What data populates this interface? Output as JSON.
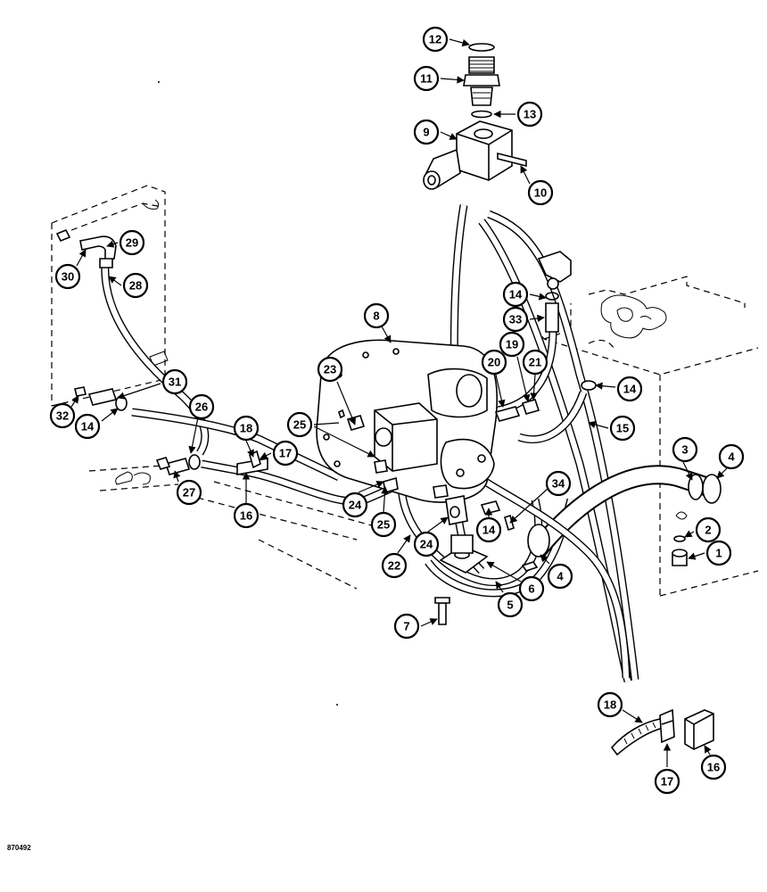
{
  "figure_code": "870492",
  "callouts": [
    {
      "id": "c1",
      "label": "1"
    },
    {
      "id": "c2",
      "label": "2"
    },
    {
      "id": "c3",
      "label": "3"
    },
    {
      "id": "c4a",
      "label": "4"
    },
    {
      "id": "c4b",
      "label": "4"
    },
    {
      "id": "c5",
      "label": "5"
    },
    {
      "id": "c6",
      "label": "6"
    },
    {
      "id": "c7",
      "label": "7"
    },
    {
      "id": "c8",
      "label": "8"
    },
    {
      "id": "c9",
      "label": "9"
    },
    {
      "id": "c10",
      "label": "10"
    },
    {
      "id": "c11",
      "label": "11"
    },
    {
      "id": "c12",
      "label": "12"
    },
    {
      "id": "c13",
      "label": "13"
    },
    {
      "id": "c14a",
      "label": "14"
    },
    {
      "id": "c14b",
      "label": "14"
    },
    {
      "id": "c14c",
      "label": "14"
    },
    {
      "id": "c14d",
      "label": "14"
    },
    {
      "id": "c15",
      "label": "15"
    },
    {
      "id": "c16a",
      "label": "16"
    },
    {
      "id": "c16b",
      "label": "16"
    },
    {
      "id": "c17a",
      "label": "17"
    },
    {
      "id": "c17b",
      "label": "17"
    },
    {
      "id": "c18a",
      "label": "18"
    },
    {
      "id": "c18b",
      "label": "18"
    },
    {
      "id": "c19",
      "label": "19"
    },
    {
      "id": "c20",
      "label": "20"
    },
    {
      "id": "c21",
      "label": "21"
    },
    {
      "id": "c22",
      "label": "22"
    },
    {
      "id": "c23",
      "label": "23"
    },
    {
      "id": "c24a",
      "label": "24"
    },
    {
      "id": "c24b",
      "label": "24"
    },
    {
      "id": "c25a",
      "label": "25"
    },
    {
      "id": "c25b",
      "label": "25"
    },
    {
      "id": "c26",
      "label": "26"
    },
    {
      "id": "c27",
      "label": "27"
    },
    {
      "id": "c28",
      "label": "28"
    },
    {
      "id": "c29",
      "label": "29"
    },
    {
      "id": "c30",
      "label": "30"
    },
    {
      "id": "c31",
      "label": "31"
    },
    {
      "id": "c32",
      "label": "32"
    },
    {
      "id": "c33",
      "label": "33"
    },
    {
      "id": "c34",
      "label": "34"
    }
  ]
}
